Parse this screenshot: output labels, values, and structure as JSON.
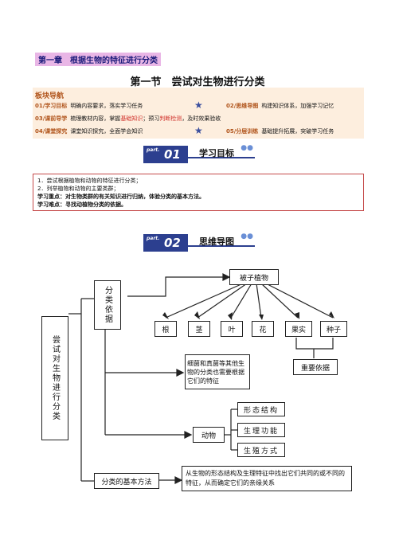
{
  "chapter": "第一章　根据生物的特征进行分类",
  "section_title": "第一节　尝试对生物进行分类",
  "panel": {
    "heading": "板块导航",
    "rows": [
      {
        "key": "01/学习目标",
        "text": "明确内容要求，落实学习任务"
      },
      {
        "key": "02/思维导图",
        "text": "构建知识体系，加强学习记忆"
      },
      {
        "key": "03/课前导学",
        "text_a": "梳理教材内容，掌握",
        "text_b": "基础知识",
        "text_c": "；预习",
        "text_d": "判断检测",
        "text_e": "，及时效果验收"
      },
      {
        "key": "04/课堂探究",
        "text": "课堂知识探究，全面学会知识"
      },
      {
        "key": "05/分层训练",
        "text": "基础提升拓展，突破学习任务"
      }
    ]
  },
  "part1": {
    "label": "part.",
    "number": "01",
    "title": "学习目标"
  },
  "goals": {
    "line1": "1．尝试根据植物和动物的特征进行分类；",
    "line2": "2．列举植物和动物的主要类群；",
    "line3": "学习重点：对生物类群的有关知识进行归纳，体验分类的基本方法。",
    "line4": "学习难点：寻找动植物分类的依据。"
  },
  "part2": {
    "label": "part.",
    "number": "02",
    "title": "思维导图"
  },
  "mindmap": {
    "root": "尝试对生物进行分类",
    "basis": "分类依据",
    "seed_plant": "被子植物",
    "organs": [
      "根",
      "茎",
      "叶",
      "花",
      "果实",
      "种子"
    ],
    "important": "重要依据",
    "bacteria_fungi": "细菌和真菌等其他生物的分类也需要根据它们的特征",
    "animal": "动物",
    "animal_features": [
      "形态结构",
      "生理功能",
      "生殖方式"
    ],
    "method": "分类的基本方法",
    "method_desc": "从生物的形态结构及生理特征中找出它们共同的或不同的特征，从而确定它们的亲缘关系"
  }
}
